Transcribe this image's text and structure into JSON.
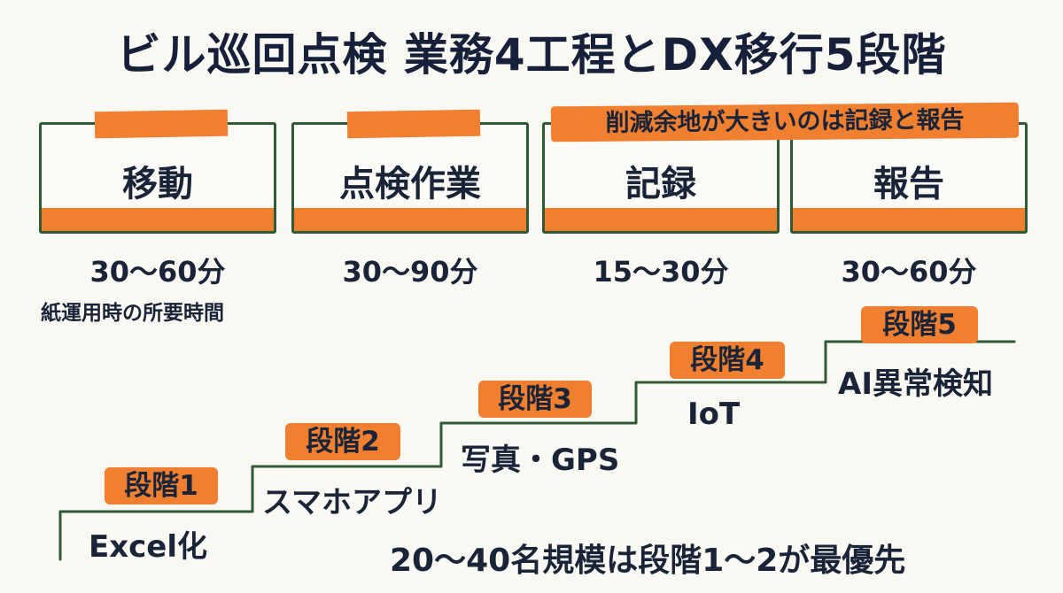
{
  "title": "ビル巡回点検 業務4工程とDX移行5段階",
  "callout": "削減余地が大きいのは記録と報告",
  "processes": [
    {
      "label": "移動",
      "duration": "30〜60分"
    },
    {
      "label": "点検作業",
      "duration": "30〜90分"
    },
    {
      "label": "記録",
      "duration": "15〜30分"
    },
    {
      "label": "報告",
      "duration": "30〜60分"
    }
  ],
  "duration_note": "紙運用時の所要時間",
  "stages": [
    {
      "label": "段階1",
      "desc": "Excel化"
    },
    {
      "label": "段階2",
      "desc": "スマホアプリ"
    },
    {
      "label": "段階3",
      "desc": "写真・GPS"
    },
    {
      "label": "段階4",
      "desc": "IoT"
    },
    {
      "label": "段階5",
      "desc": "AI異常検知"
    }
  ],
  "priority_note": "20〜40名規模は段階1〜2が最優先",
  "colors": {
    "accent": "#f07f2f",
    "line": "#2f5a34",
    "text": "#1a2438",
    "background": "#faf8f3"
  }
}
